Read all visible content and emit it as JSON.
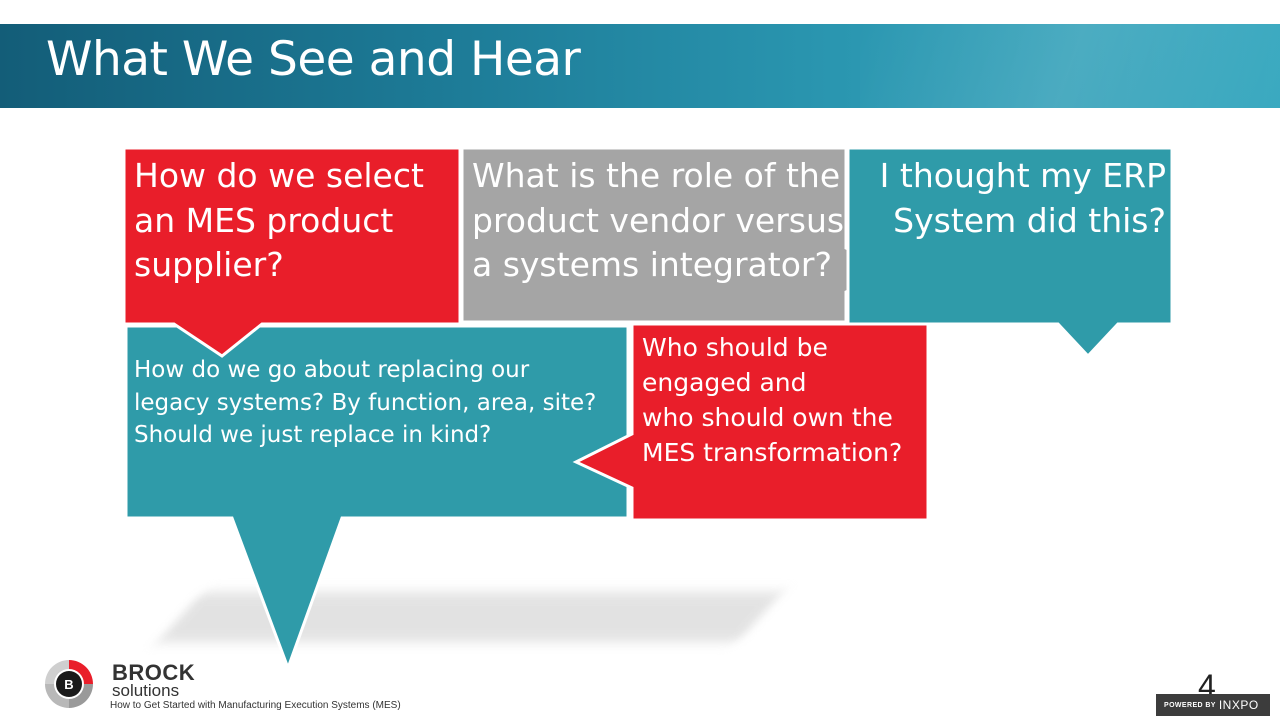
{
  "slide": {
    "title": "What We See and Hear",
    "page_number": "4"
  },
  "colors": {
    "red": "#e91e2a",
    "gray": "#a5a5a5",
    "teal": "#2f9ba9",
    "header": "#1d7b97"
  },
  "bubbles": [
    {
      "lines": [
        "How do we select",
        "an MES product",
        "supplier?"
      ]
    },
    {
      "lines": [
        "What is the role of the",
        "product vendor versus",
        "a systems integrator?"
      ]
    },
    {
      "lines": [
        "I thought my ERP",
        "System did this?"
      ]
    },
    {
      "lines": [
        "How do we go about replacing our",
        "legacy systems? By function, area, site?",
        "Should we just replace in kind?"
      ]
    },
    {
      "lines": [
        "Who should be",
        "engaged and",
        "who should own the",
        "MES transformation?"
      ]
    }
  ],
  "footer": {
    "brand_name": "BROCK",
    "brand_sub": "solutions",
    "logo_letter": "B",
    "presentation_title": "How to Get Started with Manufacturing Execution Systems (MES)",
    "powered_label": "POWERED BY",
    "powered_brand": "INXPO"
  }
}
